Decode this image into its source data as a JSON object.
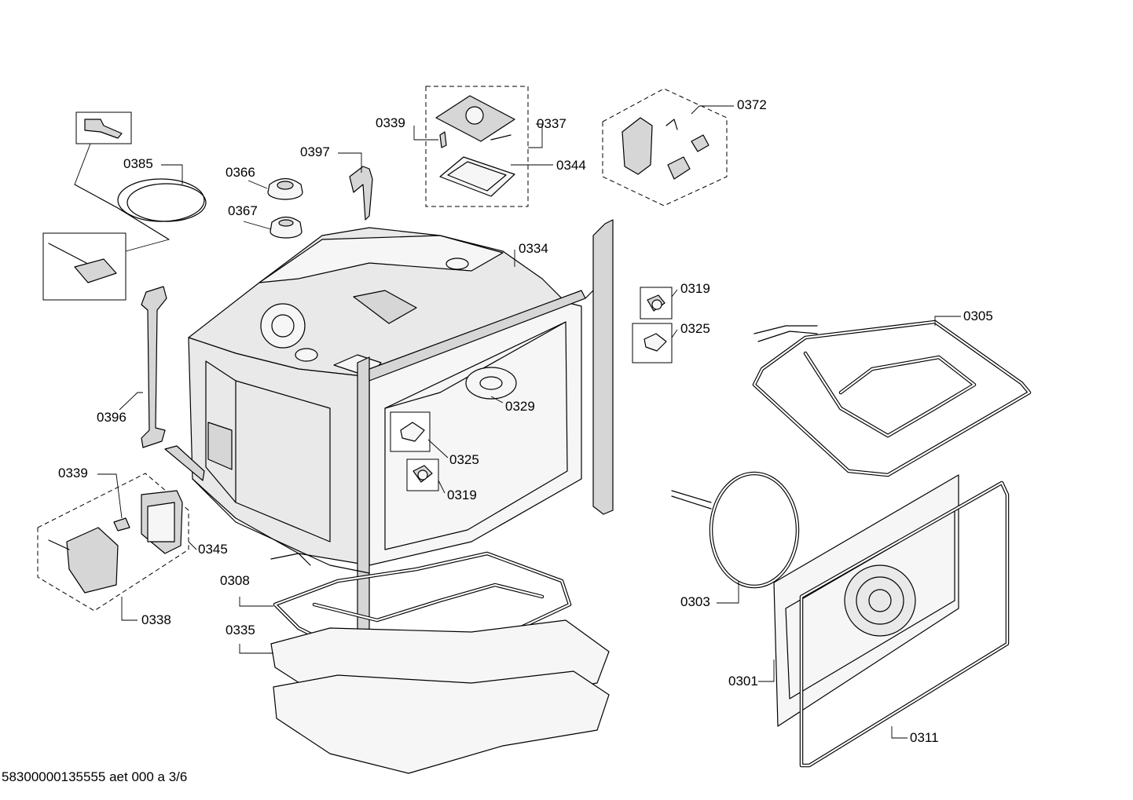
{
  "labels": {
    "p0385": "0385",
    "p0366": "0366",
    "p0367": "0367",
    "p0397": "0397",
    "p0339_top": "0339",
    "p0337": "0337",
    "p0344": "0344",
    "p0372": "0372",
    "p0334": "0334",
    "p0319_right": "0319",
    "p0325_right": "0325",
    "p0305": "0305",
    "p0396": "0396",
    "p0329": "0329",
    "p0325_left": "0325",
    "p0319_left": "0319",
    "p0339_left": "0339",
    "p0345": "0345",
    "p0338": "0338",
    "p0308": "0308",
    "p0335": "0335",
    "p0303": "0303",
    "p0301": "0301",
    "p0311": "0311"
  },
  "footer": "58300000135555 aet 000 a 3/6"
}
